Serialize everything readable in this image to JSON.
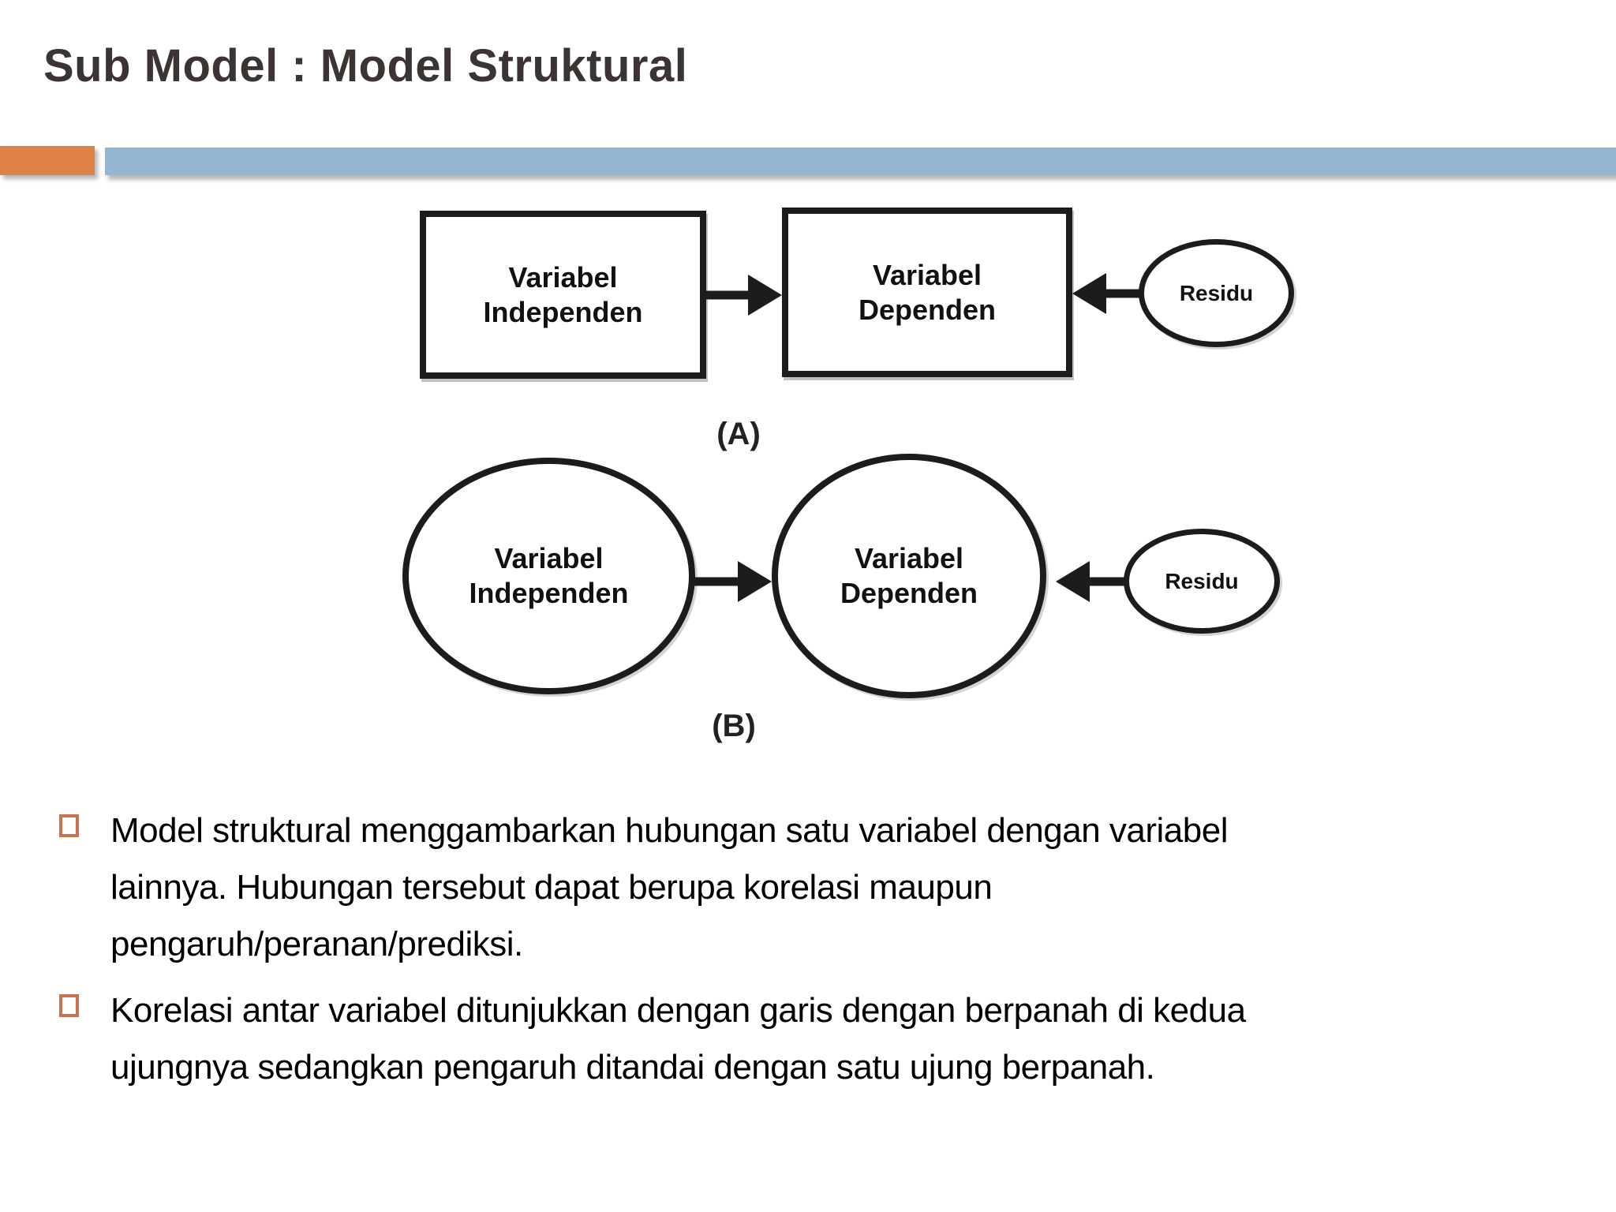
{
  "slide": {
    "title": "Sub Model : Model Struktural",
    "diagram": {
      "label_a": "(A)",
      "label_b": "(B)",
      "nodes": {
        "a_independen": {
          "line1": "Variabel",
          "line2": "Independen"
        },
        "a_dependen": {
          "line1": "Variabel",
          "line2": "Dependen"
        },
        "a_residu": {
          "label": "Residu"
        },
        "b_independen": {
          "line1": "Variabel",
          "line2": "Independen"
        },
        "b_dependen": {
          "line1": "Variabel",
          "line2": "Dependen"
        },
        "b_residu": {
          "label": "Residu"
        }
      }
    },
    "bullets": [
      {
        "lines": [
          "Model struktural menggambarkan hubungan satu variabel dengan variabel",
          "lainnya. Hubungan tersebut dapat berupa korelasi maupun",
          "pengaruh/peranan/prediksi."
        ]
      },
      {
        "lines": [
          "Korelasi antar variabel ditunjukkan dengan garis dengan berpanah di kedua",
          "ujungnya sedangkan pengaruh ditandai dengan satu ujung berpanah."
        ]
      }
    ],
    "colors": {
      "accent_orange": "#DF8245",
      "accent_blue": "#94B6D3",
      "title_text": "#3B3433",
      "diagram_stroke": "#1C1C1C",
      "bullet_marker": "#C4744E"
    }
  }
}
